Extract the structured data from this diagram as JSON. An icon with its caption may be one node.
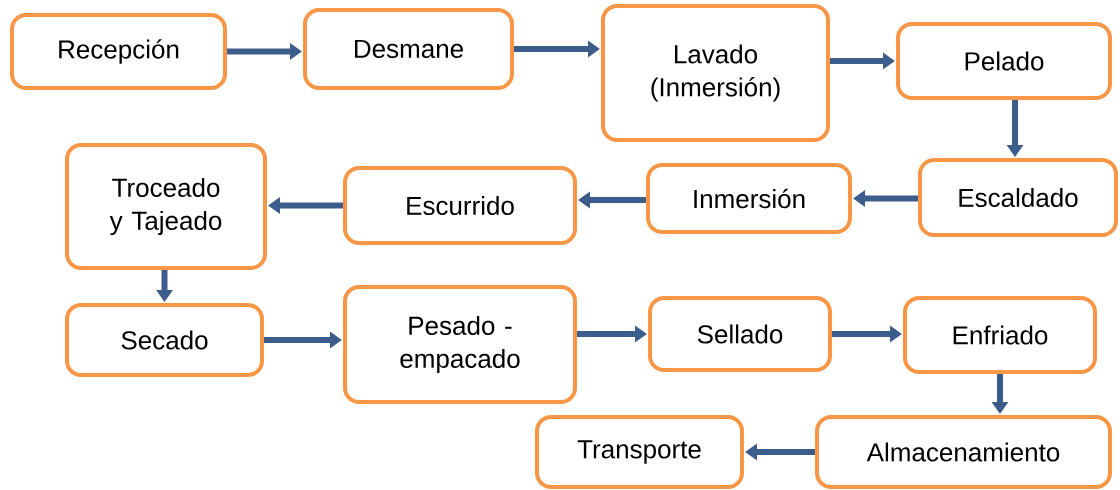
{
  "diagram": {
    "nodes": [
      {
        "text": [
          "Recepción"
        ]
      },
      {
        "text": [
          "Desmane"
        ]
      },
      {
        "text": [
          "Lavado (Inmersión)"
        ]
      },
      {
        "text": [
          "Pelado"
        ]
      },
      {
        "text": [
          "Escaldado"
        ]
      },
      {
        "text": [
          "Inmersión"
        ]
      },
      {
        "text": [
          "Escurrido"
        ]
      },
      {
        "text": [
          "Troceado y Tajeado"
        ]
      },
      {
        "text": [
          "Secado"
        ]
      },
      {
        "text": [
          "Pesado - empacado"
        ]
      },
      {
        "text": [
          "Sellado"
        ]
      },
      {
        "text": [
          "Enfriado"
        ]
      },
      {
        "text": [
          "Almacenamiento"
        ]
      },
      {
        "text": [
          "Transporte"
        ]
      }
    ],
    "edges": [
      {
        "from": 0,
        "to": 1,
        "arrow": "to"
      },
      {
        "from": 1,
        "to": 2,
        "arrow": "to"
      },
      {
        "from": 2,
        "to": 3,
        "arrow": "to"
      },
      {
        "from": 3,
        "to": 4,
        "arrow": "to"
      },
      {
        "from": 4,
        "to": 5,
        "arrow": "to"
      },
      {
        "from": 5,
        "to": 6,
        "arrow": "to"
      },
      {
        "from": 6,
        "to": 7,
        "arrow": "to"
      },
      {
        "from": 7,
        "to": 8,
        "arrow": "to"
      },
      {
        "from": 8,
        "to": 9,
        "arrow": "to"
      },
      {
        "from": 9,
        "to": 10,
        "arrow": "to"
      },
      {
        "from": 10,
        "to": 11,
        "arrow": "to"
      },
      {
        "from": 11,
        "to": 12,
        "arrow": "to"
      },
      {
        "from": 12,
        "to": 13,
        "arrow": "to"
      }
    ]
  }
}
